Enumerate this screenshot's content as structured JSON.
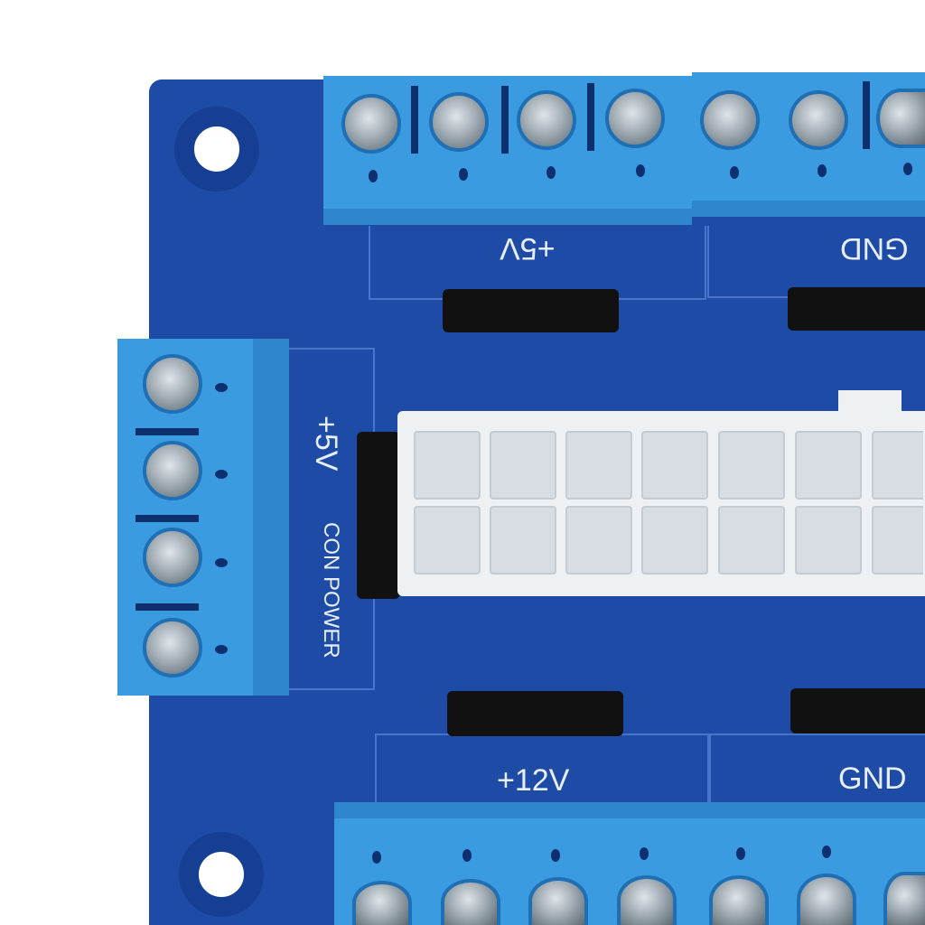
{
  "labels": {
    "top_left": "+5V",
    "top_right": "GND",
    "left_side": "+5V",
    "left_con_power": "CON POWER",
    "bottom_left": "+12V",
    "bottom_right": "GND"
  },
  "colors": {
    "board": "#1d4ba6",
    "terminal": "#3b9be0",
    "connector": "#eef1f3"
  }
}
